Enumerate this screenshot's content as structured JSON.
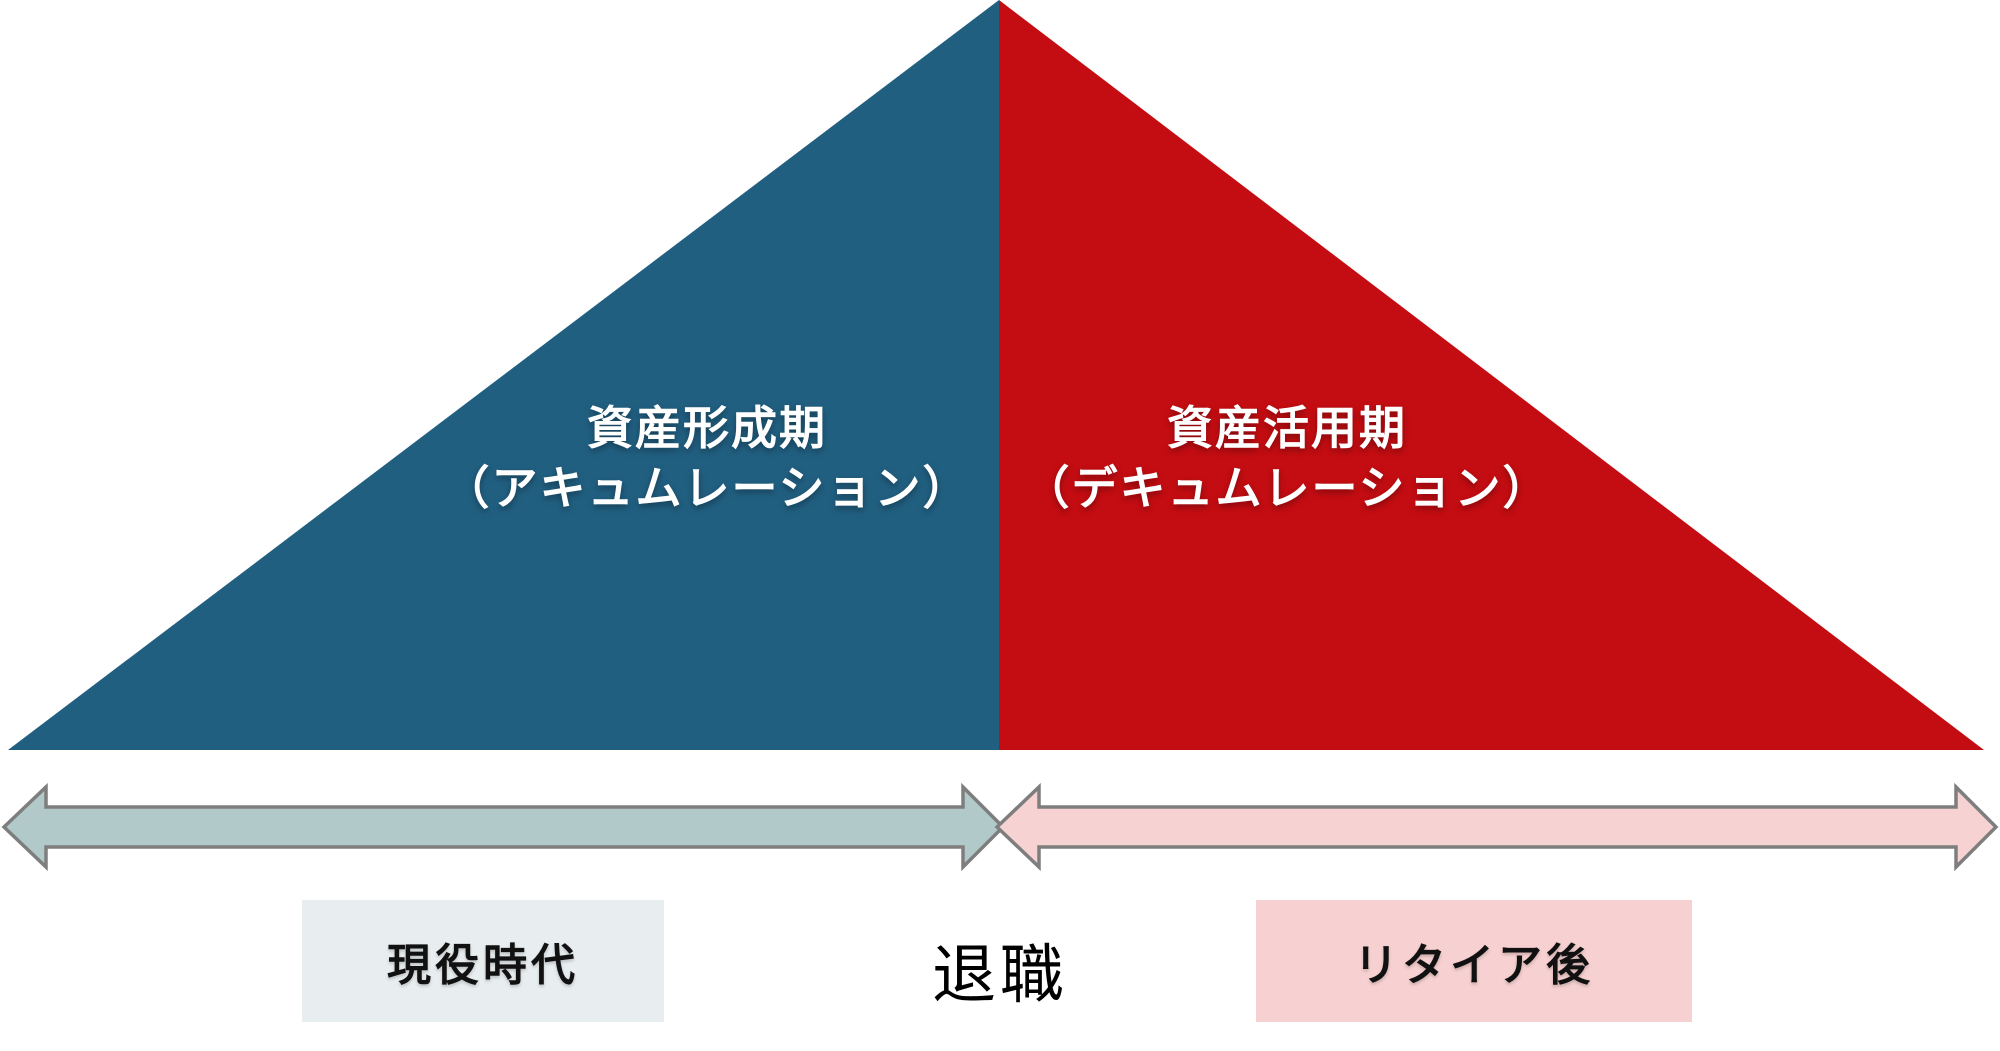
{
  "diagram": {
    "triangle": {
      "left": {
        "title": "資産形成期",
        "subtitle": "（アキュムレーション）",
        "color": "#215f81"
      },
      "right": {
        "title": "資産活用期",
        "subtitle": "（デキュムレーション）",
        "color": "#c40d12"
      }
    },
    "arrows": {
      "stroke": "#7e7e7e",
      "left": {
        "fill": "#b2c9c9"
      },
      "right": {
        "fill": "#f6d2d2"
      }
    },
    "footer": {
      "left_label": "現役時代",
      "left_box_color": "#e8eef0",
      "center_label": "退職",
      "right_label": "リタイア後",
      "right_box_color": "#f7d1d1"
    }
  }
}
